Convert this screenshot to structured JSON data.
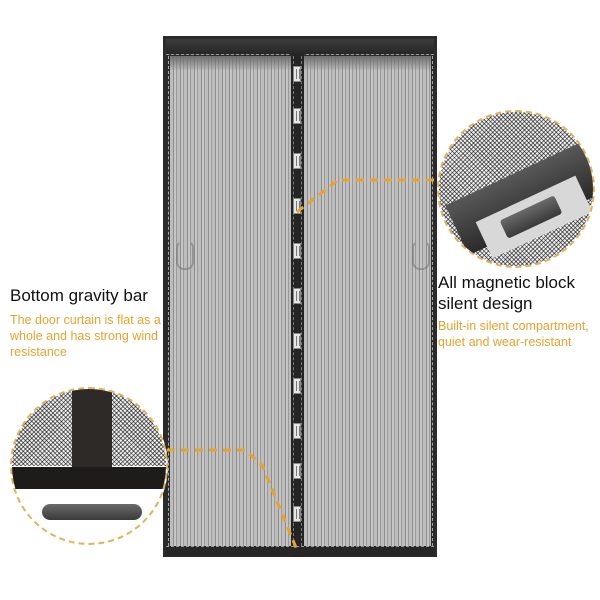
{
  "image": {
    "description": "Magnetic screen door product illustration with two detail callouts",
    "background": "#ffffff",
    "accent_color": "#e8a22e",
    "frame_color": "#2b2b2b",
    "mesh_color": "#bdbdbd"
  },
  "door": {
    "magnet_count": 11,
    "magnet_positions_y": [
      66,
      108,
      153,
      198,
      243,
      288,
      333,
      378,
      423,
      463,
      506
    ]
  },
  "callouts": {
    "left": {
      "title": "Bottom gravity bar",
      "description_lines": [
        "The door curtain is flat as a",
        "whole and has strong wind",
        "resistance"
      ],
      "detail_icon": "gravity-bar-closeup"
    },
    "right": {
      "title_lines": [
        "All magnetic block",
        "silent design"
      ],
      "description_lines": [
        "Built-in silent compartment,",
        "quiet and wear-resistant"
      ],
      "detail_icon": "magnet-block-closeup"
    }
  }
}
